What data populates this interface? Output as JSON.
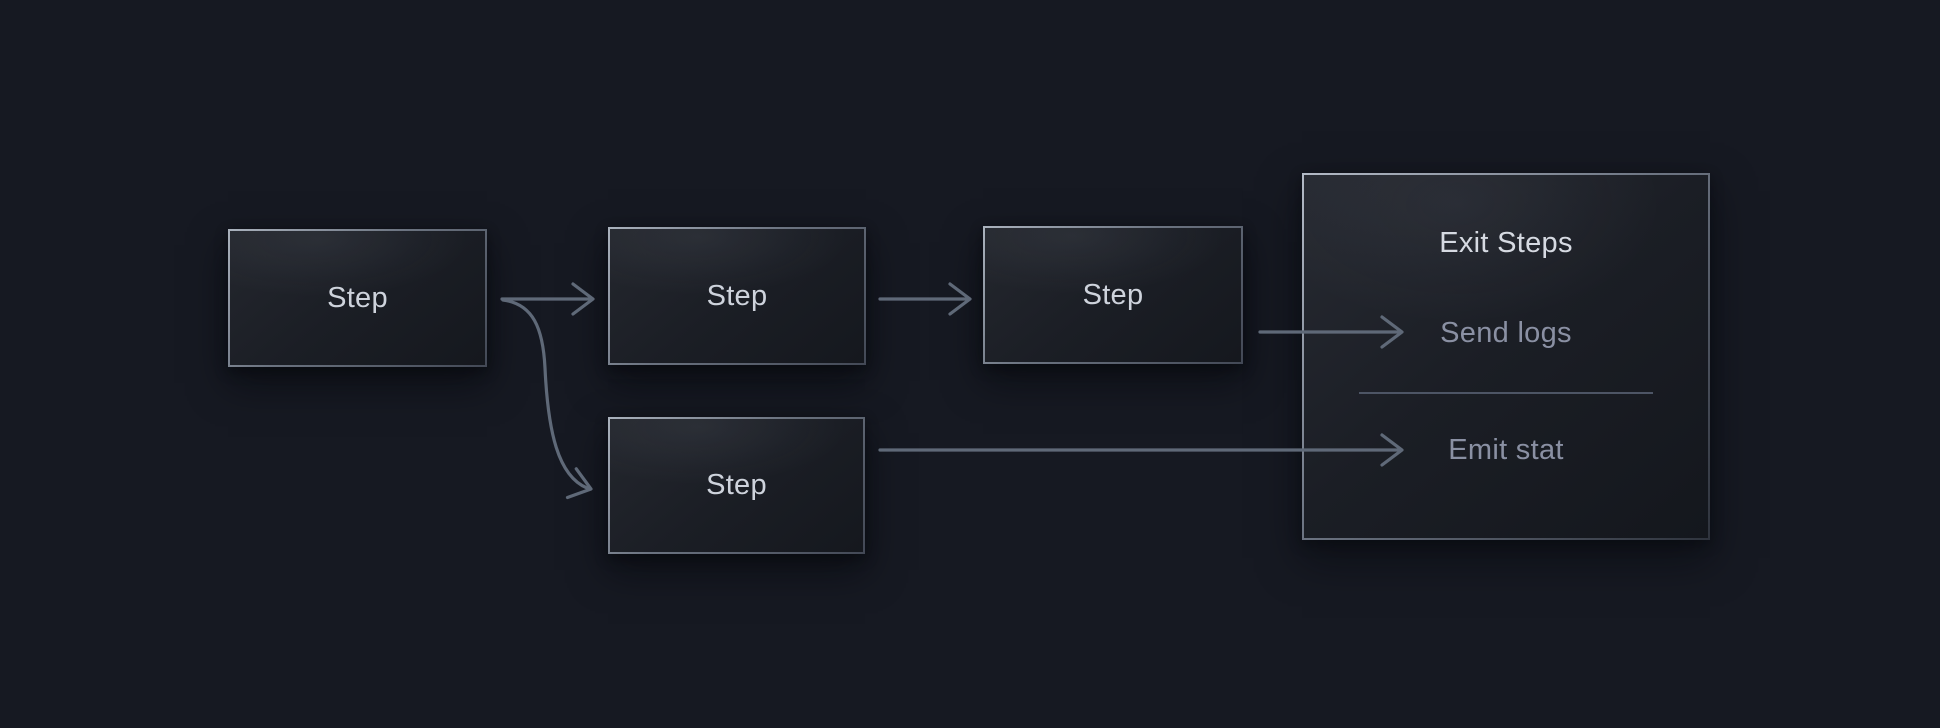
{
  "theme": {
    "bg": "#161922",
    "arrow": "#5f6978",
    "node-border-start": "#aab2bd",
    "node-border-mid": "#6b7380",
    "node-border-end": "#434956",
    "node-text": "#ced3dc",
    "title-text": "#d6dae2",
    "muted-text": "#8a90a3",
    "divider": "#4d5565"
  },
  "diagram": {
    "nodes": [
      {
        "id": "step-1",
        "label": "Step"
      },
      {
        "id": "step-2",
        "label": "Step"
      },
      {
        "id": "step-3",
        "label": "Step"
      },
      {
        "id": "step-4",
        "label": "Step"
      }
    ],
    "exit_panel": {
      "title": "Exit Steps",
      "items": [
        {
          "id": "send-logs",
          "label": "Send logs"
        },
        {
          "id": "emit-stat",
          "label": "Emit stat"
        }
      ]
    },
    "connections": [
      {
        "from": "step-1",
        "to": "step-2",
        "shape": "straight"
      },
      {
        "from": "step-1",
        "to": "step-4",
        "shape": "s-curve"
      },
      {
        "from": "step-2",
        "to": "step-3",
        "shape": "straight"
      },
      {
        "from": "step-3",
        "to": "send-logs",
        "shape": "straight"
      },
      {
        "from": "step-4",
        "to": "emit-stat",
        "shape": "straight"
      }
    ]
  }
}
